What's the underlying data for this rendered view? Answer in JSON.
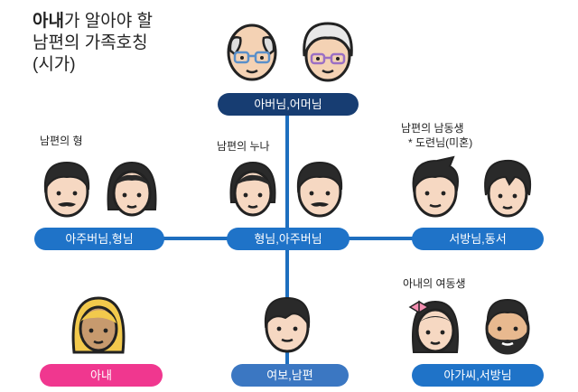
{
  "title": {
    "emphasis": "아내",
    "line1_rest": "가 알아야 할",
    "line2": "남편의 가족호칭",
    "line3": "(시가)"
  },
  "colors": {
    "navy": "#173d72",
    "blue": "#1f73c8",
    "pink": "#f0378f",
    "line": "#1e6fbf"
  },
  "nodes": {
    "parents": "아버님,어머님",
    "elder_brother_pair": "아주버님,형님",
    "elder_sister_pair": "형님,아주버님",
    "younger_brother_pair": "서방님,동서",
    "wife": "아내",
    "husband": "여보,남편",
    "younger_sister_pair": "아가씨,서방님"
  },
  "captions": {
    "elder_brother": "남편의 형",
    "elder_sister": "남편의 누나",
    "younger_brother": "남편의 남동생",
    "younger_brother_note": "* 도련님(미혼)",
    "younger_sister": "아내의 여동생"
  },
  "icons": {
    "grandfather": "grandfather-face-icon",
    "grandmother": "grandmother-face-icon",
    "man": "man-face-icon",
    "woman": "woman-face-icon",
    "blonde_woman": "blonde-woman-face-icon",
    "bearded_man": "bearded-man-face-icon"
  }
}
